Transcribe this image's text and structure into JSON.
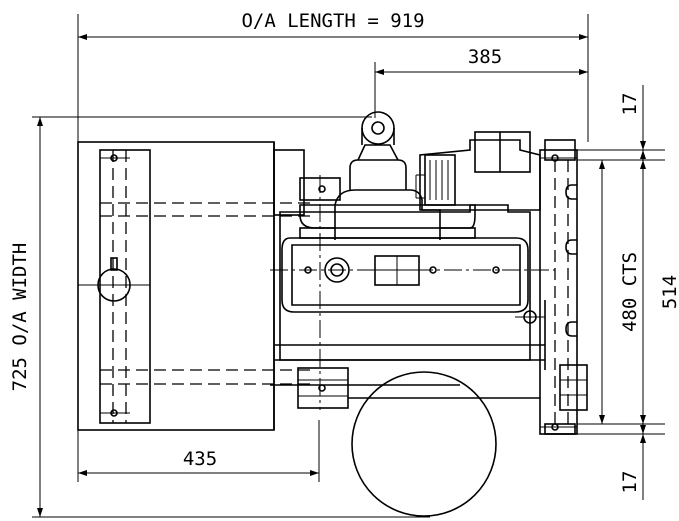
{
  "dimensions": {
    "overall_length": "O/A LENGTH = 919",
    "dim_385": "385",
    "overall_width": "725 O/A WIDTH",
    "dim_435": "435",
    "centers": "480 CTS",
    "dim_514": "514",
    "dim_17_top": "17",
    "dim_17_bottom": "17"
  }
}
